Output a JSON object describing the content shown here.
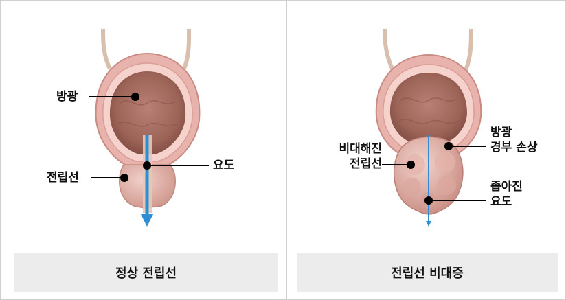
{
  "left_panel": {
    "labels": {
      "bladder": "방광",
      "prostate": "전립선",
      "urethra": "요도"
    },
    "caption": "정상 전립선"
  },
  "right_panel": {
    "labels": {
      "enlarged_prostate": [
        "비대해진",
        "전립선"
      ],
      "bladder_neck_damage": [
        "방광",
        "경부 손상"
      ],
      "narrowed_urethra": [
        "좁아진",
        "요도"
      ]
    },
    "caption": "전립선 비대증"
  },
  "colors": {
    "bladder_outer": "#e9b3ad",
    "bladder_inner": "#a56a60",
    "tube": "#e2c9b8",
    "prostate": "#d9a49c",
    "urethra_arrow": "#2c8fd6",
    "caption_bg": "#ececec"
  }
}
